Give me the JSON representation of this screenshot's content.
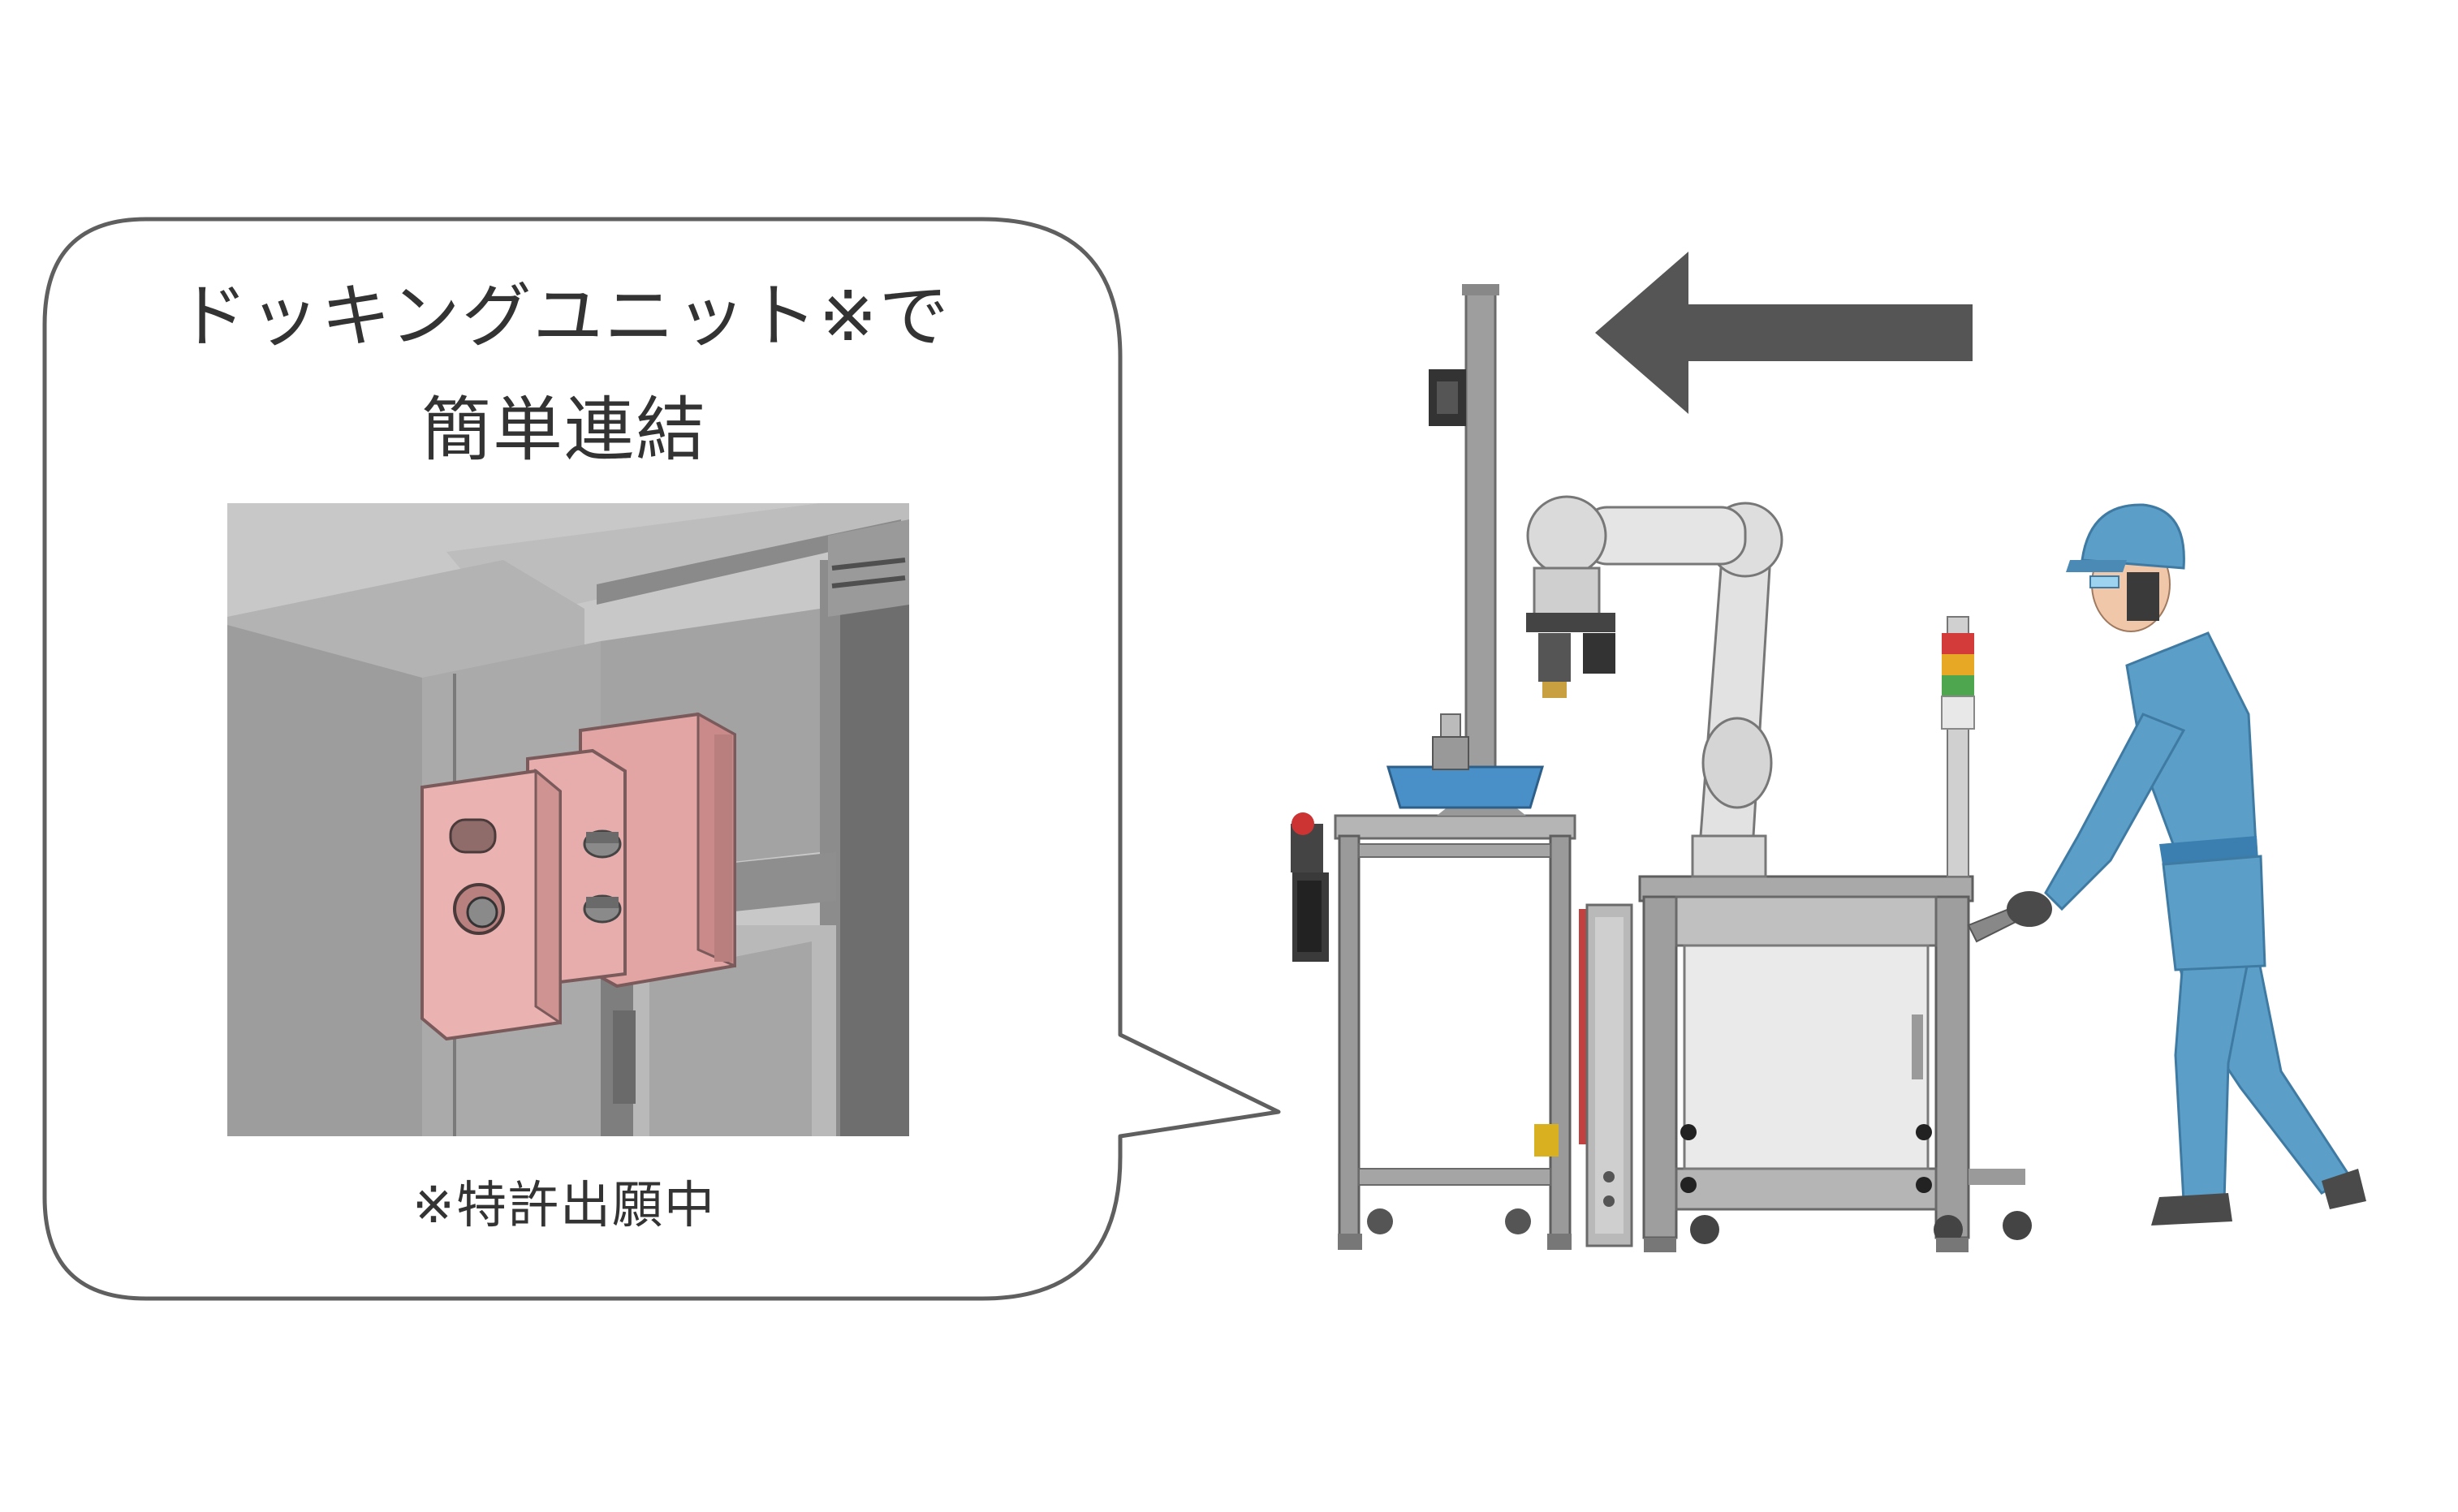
{
  "callout": {
    "title_line1": "ドッキングユニット※で",
    "title_line2": "簡単連結",
    "note": "※特許出願中"
  },
  "icons": {
    "arrow": "arrow-left-icon",
    "worker": "worker-figure",
    "robot": "robot-arm",
    "cart": "machine-cart",
    "table": "work-table",
    "docking": "docking-unit-closeup"
  },
  "colors": {
    "arrow": "#555555",
    "worker_blue": "#5b9fc8",
    "docking_pink": "#e9b1b0",
    "frame_gray": "#9a9a9a",
    "panel_gray": "#9e9e9e"
  }
}
